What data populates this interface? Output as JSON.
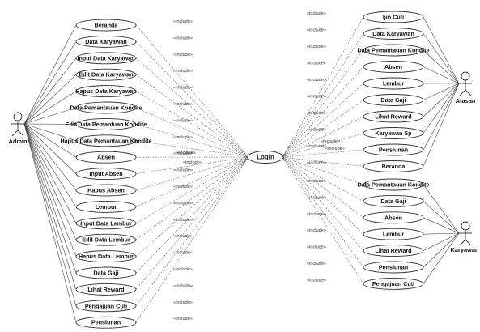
{
  "diagram": {
    "actors": {
      "admin": "Admin",
      "atasan": "Atasan",
      "karyawan": "Karyawan"
    },
    "login": "Login",
    "include_label": "«include»",
    "admin_use_cases": [
      "Beranda",
      "Data Karyawan",
      "Input Data Karyawan",
      "Edit Data Karyawan",
      "Hapus Data Karyawan",
      "Data Pemantauan Kondite",
      "Edit Data Pemantuan Kondite",
      "Hapus Data Pemantauan Kondite",
      "Absen",
      "Input Absen",
      "Hapus Absen",
      "Lembur",
      "Input Data Lembur",
      "Edit Data Lembur",
      "Hapus Data Lembur",
      "Data Gaji",
      "Lihat Reward",
      "Pengajuan Cuti",
      "Pensiunan"
    ],
    "atasan_use_cases": [
      "Ijin Cuti",
      "Data Karyawan",
      "Data Pemantauan Kondite",
      "Absen",
      "Lembur",
      "Data Gaji",
      "Lihat Reward",
      "Karyawan Sp",
      "Pensiunan",
      "Beranda"
    ],
    "karyawan_use_cases": [
      "Data Pemantauan Kondite",
      "Data Gaji",
      "Absen",
      "Lembur",
      "Lihat Reward",
      "Pensiunan",
      "Pengajuan Cuti"
    ]
  }
}
